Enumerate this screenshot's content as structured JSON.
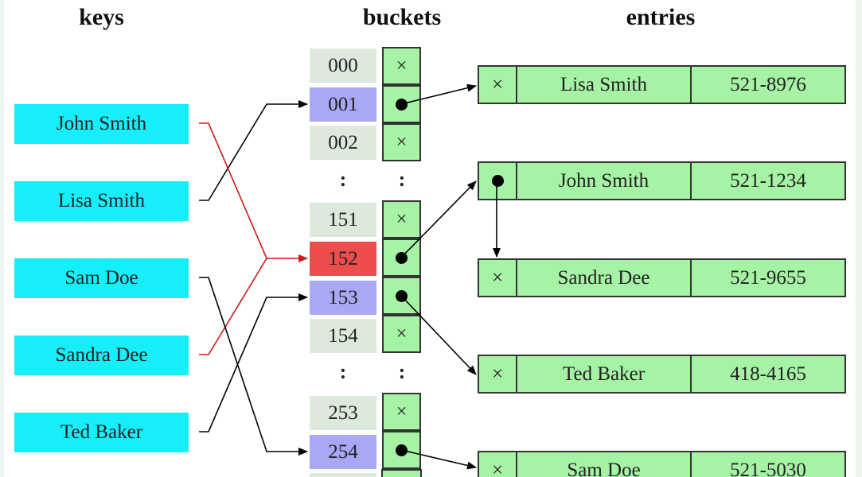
{
  "headers": {
    "keys": "keys",
    "buckets": "buckets",
    "entries": "entries"
  },
  "keys": [
    "John Smith",
    "Lisa Smith",
    "Sam Doe",
    "Sandra Dee",
    "Ted Baker"
  ],
  "buckets": [
    {
      "index": "000",
      "slot": "×"
    },
    {
      "index": "001",
      "slot": ""
    },
    {
      "index": "002",
      "slot": "×"
    },
    {
      "index": "151",
      "slot": "×"
    },
    {
      "index": "152",
      "slot": ""
    },
    {
      "index": "153",
      "slot": ""
    },
    {
      "index": "154",
      "slot": "×"
    },
    {
      "index": "253",
      "slot": "×"
    },
    {
      "index": "254",
      "slot": ""
    }
  ],
  "ellipsis": ":",
  "entries": [
    {
      "next": "×",
      "name": "Lisa Smith",
      "phone": "521-8976"
    },
    {
      "next": "",
      "name": "John Smith",
      "phone": "521-1234"
    },
    {
      "next": "×",
      "name": "Sandra Dee",
      "phone": "521-9655"
    },
    {
      "next": "×",
      "name": "Ted Baker",
      "phone": "418-4165"
    },
    {
      "next": "×",
      "name": "Sam Doe",
      "phone": "521-5030"
    }
  ],
  "colors": {
    "key_fill": "#16eefa",
    "bucket_plain": "#dde9dd",
    "bucket_hit": "#a9a8f7",
    "bucket_collision": "#ee4d4d",
    "slot_fill": "#a6f3a6",
    "collision_wire": "#d01818"
  }
}
